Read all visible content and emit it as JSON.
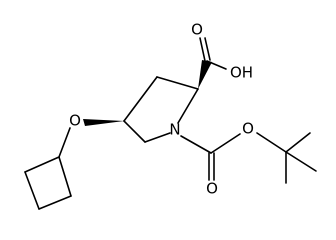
{
  "structure": {
    "atom_labels": {
      "carboxyl_oxo": "O",
      "carboxyl_hydroxyl": "OH",
      "ether_oxygen": "O",
      "ring_nitrogen": "N",
      "carbamate_ester_oxygen": "O",
      "carbamate_oxo": "O"
    },
    "colors": {
      "bond": "#000000",
      "text": "#000000",
      "background": "#ffffff"
    }
  }
}
